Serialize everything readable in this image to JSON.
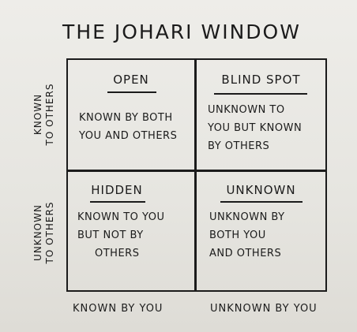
{
  "title": "THE JOHARI WINDOW",
  "quadrants": {
    "open": {
      "title": "OPEN",
      "lines": [
        "KNOWN BY BOTH",
        "YOU AND OTHERS"
      ]
    },
    "blind_spot": {
      "title": "BLIND SPOT",
      "lines": [
        "UNKNOWN TO",
        "YOU BUT KNOWN",
        "BY OTHERS"
      ]
    },
    "hidden": {
      "title": "HIDDEN",
      "lines": [
        "KNOWN TO YOU",
        "BUT NOT BY",
        "OTHERS"
      ]
    },
    "unknown": {
      "title": "UNKNOWN",
      "lines": [
        "UNKNOWN BY",
        "BOTH YOU",
        "AND OTHERS"
      ]
    }
  },
  "row_labels": {
    "top": [
      "KNOWN",
      "TO OTHERS"
    ],
    "bottom": [
      "UNKNOWN",
      "TO OTHERS"
    ]
  },
  "column_labels": {
    "left": "KNOWN BY YOU",
    "right": "UNKNOWN BY YOU"
  }
}
